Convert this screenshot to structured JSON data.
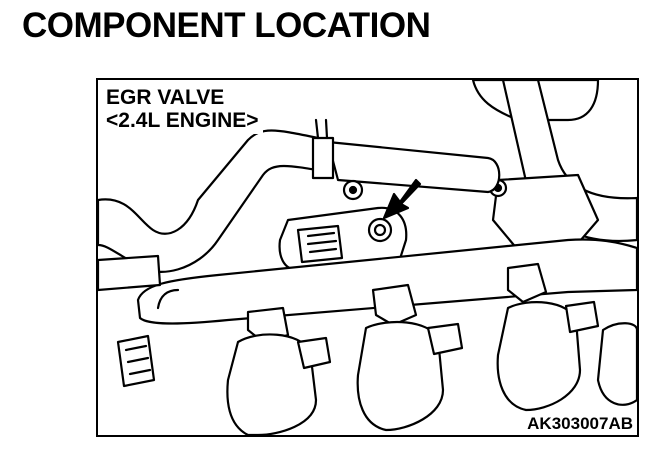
{
  "page": {
    "title": "COMPONENT LOCATION"
  },
  "figure": {
    "caption_line1": "EGR VALVE",
    "caption_line2": "<2.4L ENGINE>",
    "code": "AK303007AB",
    "line_color": "#000000",
    "background_color": "#ffffff"
  }
}
